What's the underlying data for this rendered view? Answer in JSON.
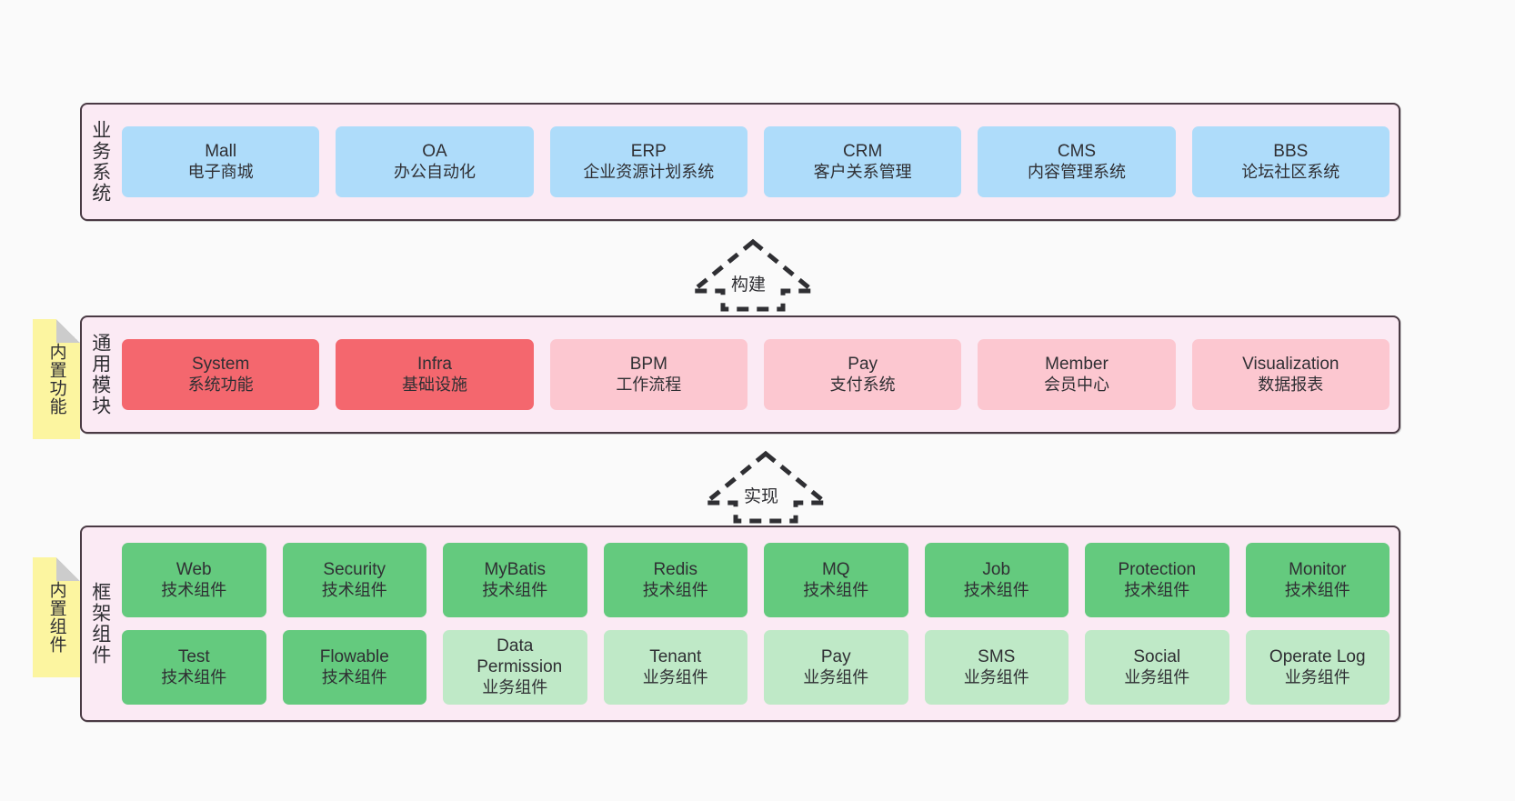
{
  "diagram": {
    "background_color": "#fafafa",
    "layer_fill": "#fbeaf4",
    "layer_border": "#4a3a44",
    "note_color": "#fcf5a0"
  },
  "layers": [
    {
      "id": "business-system",
      "title": "业务系统",
      "note": null,
      "rows": [
        {
          "cards": [
            {
              "en": "Mall",
              "cn": "电子商城",
              "color": "#aedcfa",
              "style": "c-blue"
            },
            {
              "en": "OA",
              "cn": "办公自动化",
              "color": "#aedcfa",
              "style": "c-blue"
            },
            {
              "en": "ERP",
              "cn": "企业资源计划系统",
              "color": "#aedcfa",
              "style": "c-blue"
            },
            {
              "en": "CRM",
              "cn": "客户关系管理",
              "color": "#aedcfa",
              "style": "c-blue"
            },
            {
              "en": "CMS",
              "cn": "内容管理系统",
              "color": "#aedcfa",
              "style": "c-blue"
            },
            {
              "en": "BBS",
              "cn": "论坛社区系统",
              "color": "#aedcfa",
              "style": "c-blue"
            }
          ]
        }
      ]
    },
    {
      "id": "common-module",
      "title": "通用模块",
      "note": "内置功能",
      "rows": [
        {
          "cards": [
            {
              "en": "System",
              "cn": "系统功能",
              "color": "#f4676e",
              "style": "c-red"
            },
            {
              "en": "Infra",
              "cn": "基础设施",
              "color": "#f4676e",
              "style": "c-red"
            },
            {
              "en": "BPM",
              "cn": "工作流程",
              "color": "#fcc7d0",
              "style": "c-pink"
            },
            {
              "en": "Pay",
              "cn": "支付系统",
              "color": "#fcc7d0",
              "style": "c-pink"
            },
            {
              "en": "Member",
              "cn": "会员中心",
              "color": "#fcc7d0",
              "style": "c-pink"
            },
            {
              "en": "Visualization",
              "cn": "数据报表",
              "color": "#fcc7d0",
              "style": "c-pink"
            }
          ]
        }
      ]
    },
    {
      "id": "framework-component",
      "title": "框架组件",
      "note": "内置组件",
      "rows": [
        {
          "cards": [
            {
              "en": "Web",
              "cn": "技术组件",
              "color": "#64ca7e",
              "style": "c-green"
            },
            {
              "en": "Security",
              "cn": "技术组件",
              "color": "#64ca7e",
              "style": "c-green"
            },
            {
              "en": "MyBatis",
              "cn": "技术组件",
              "color": "#64ca7e",
              "style": "c-green"
            },
            {
              "en": "Redis",
              "cn": "技术组件",
              "color": "#64ca7e",
              "style": "c-green"
            },
            {
              "en": "MQ",
              "cn": "技术组件",
              "color": "#64ca7e",
              "style": "c-green"
            },
            {
              "en": "Job",
              "cn": "技术组件",
              "color": "#64ca7e",
              "style": "c-green"
            },
            {
              "en": "Protection",
              "cn": "技术组件",
              "color": "#64ca7e",
              "style": "c-green"
            },
            {
              "en": "Monitor",
              "cn": "技术组件",
              "color": "#64ca7e",
              "style": "c-green"
            }
          ]
        },
        {
          "cards": [
            {
              "en": "Test",
              "cn": "技术组件",
              "color": "#64ca7e",
              "style": "c-green"
            },
            {
              "en": "Flowable",
              "cn": "技术组件",
              "color": "#64ca7e",
              "style": "c-green"
            },
            {
              "en": "Data Permission",
              "cn": "业务组件",
              "color": "#bfe9c7",
              "style": "c-lightgreen"
            },
            {
              "en": "Tenant",
              "cn": "业务组件",
              "color": "#bfe9c7",
              "style": "c-lightgreen"
            },
            {
              "en": "Pay",
              "cn": "业务组件",
              "color": "#bfe9c7",
              "style": "c-lightgreen"
            },
            {
              "en": "SMS",
              "cn": "业务组件",
              "color": "#bfe9c7",
              "style": "c-lightgreen"
            },
            {
              "en": "Social",
              "cn": "业务组件",
              "color": "#bfe9c7",
              "style": "c-lightgreen"
            },
            {
              "en": "Operate Log",
              "cn": "业务组件",
              "color": "#bfe9c7",
              "style": "c-lightgreen"
            }
          ]
        }
      ]
    }
  ],
  "connectors": [
    {
      "id": "build",
      "label": "构建",
      "direction": "up",
      "style": "dashed-hollow-arrow"
    },
    {
      "id": "implement",
      "label": "实现",
      "direction": "up",
      "style": "dashed-hollow-arrow"
    }
  ]
}
